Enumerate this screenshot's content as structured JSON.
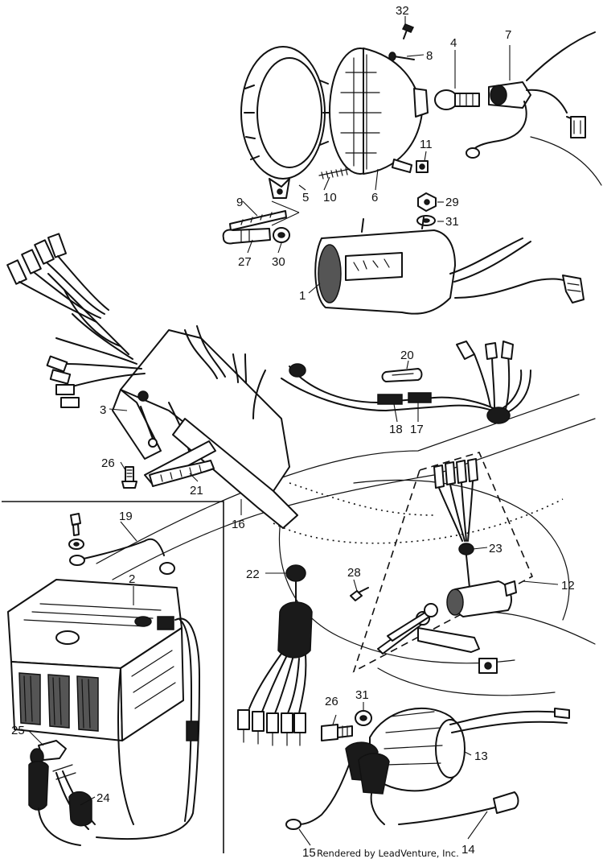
{
  "callouts": {
    "c1": "1",
    "c2": "2",
    "c3": "3",
    "c4": "4",
    "c5": "5",
    "c6": "6",
    "c7": "7",
    "c8": "8",
    "c9": "9",
    "c10": "10",
    "c11": "11",
    "c12": "12",
    "c13": "13",
    "c14": "14",
    "c15": "15",
    "c16": "16",
    "c17": "17",
    "c18": "18",
    "c19": "19",
    "c20": "20",
    "c21": "21",
    "c22": "22",
    "c23": "23",
    "c24": "24",
    "c25": "25",
    "c26a": "26",
    "c26b": "26",
    "c27": "27",
    "c28": "28",
    "c29": "29",
    "c30": "30",
    "c31a": "31",
    "c31b": "31",
    "c32": "32"
  },
  "credit": "Rendered by LeadVenture, Inc."
}
